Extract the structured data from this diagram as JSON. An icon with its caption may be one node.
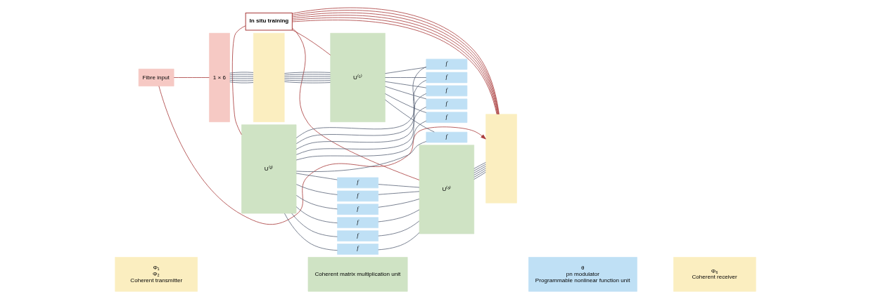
{
  "diagram": {
    "nodes": [
      {
        "text": [
          "In situ training"
        ]
      },
      {
        "text": [
          "Fibre input"
        ]
      },
      {
        "text": [
          "1 × 6"
        ]
      },
      {
        "text": [],
        "shape": "box"
      },
      {
        "text": [
          "U⁽¹⁾"
        ]
      },
      {
        "text": [
          "f"
        ]
      },
      {
        "text": [
          "f"
        ]
      },
      {
        "text": [
          "f"
        ]
      },
      {
        "text": [
          "f"
        ]
      },
      {
        "text": [
          "f"
        ]
      },
      {
        "text": [
          "f"
        ]
      },
      {
        "text": [
          "U⁽²⁾"
        ]
      },
      {
        "text": [
          "f"
        ]
      },
      {
        "text": [
          "f"
        ]
      },
      {
        "text": [
          "f"
        ]
      },
      {
        "text": [
          "f"
        ]
      },
      {
        "text": [
          "f"
        ]
      },
      {
        "text": [
          "f"
        ]
      },
      {
        "text": [
          "U⁽³⁾"
        ]
      },
      {
        "text": [],
        "shape": "box"
      },
      {
        "text": [
          "Φ₁",
          "Φ₂",
          "Coherent transmitter"
        ]
      },
      {
        "text": [
          "Coherent matrix multiplication unit"
        ]
      },
      {
        "text": [
          "θ",
          "pn modulator",
          "Programmable nonlinear function unit"
        ]
      },
      {
        "text": [
          "Φ₆",
          "Coherent receiver"
        ]
      }
    ],
    "edges": [
      {
        "from": 1,
        "to": 2,
        "arrow": "none",
        "color": "#a83a3a"
      },
      {
        "from": 1,
        "to": 19,
        "arrow": "to",
        "color": "#a83a3a"
      },
      {
        "from": 2,
        "to": 3,
        "arrow": "none"
      },
      {
        "from": 2,
        "to": 3,
        "arrow": "none"
      },
      {
        "from": 2,
        "to": 3,
        "arrow": "none"
      },
      {
        "from": 2,
        "to": 3,
        "arrow": "none"
      },
      {
        "from": 2,
        "to": 3,
        "arrow": "none"
      },
      {
        "from": 2,
        "to": 3,
        "arrow": "none"
      },
      {
        "from": 3,
        "to": 4,
        "arrow": "none"
      },
      {
        "from": 3,
        "to": 4,
        "arrow": "none"
      },
      {
        "from": 3,
        "to": 4,
        "arrow": "none"
      },
      {
        "from": 3,
        "to": 4,
        "arrow": "none"
      },
      {
        "from": 3,
        "to": 4,
        "arrow": "none"
      },
      {
        "from": 3,
        "to": 4,
        "arrow": "none"
      },
      {
        "from": 4,
        "to": 5,
        "arrow": "none"
      },
      {
        "from": 4,
        "to": 6,
        "arrow": "none"
      },
      {
        "from": 4,
        "to": 7,
        "arrow": "none"
      },
      {
        "from": 4,
        "to": 8,
        "arrow": "none"
      },
      {
        "from": 4,
        "to": 9,
        "arrow": "none"
      },
      {
        "from": 4,
        "to": 10,
        "arrow": "none"
      },
      {
        "from": 5,
        "to": 11,
        "arrow": "none"
      },
      {
        "from": 6,
        "to": 11,
        "arrow": "none"
      },
      {
        "from": 7,
        "to": 11,
        "arrow": "none"
      },
      {
        "from": 8,
        "to": 11,
        "arrow": "none"
      },
      {
        "from": 9,
        "to": 11,
        "arrow": "none"
      },
      {
        "from": 10,
        "to": 11,
        "arrow": "none"
      },
      {
        "from": 11,
        "to": 12,
        "arrow": "none"
      },
      {
        "from": 11,
        "to": 13,
        "arrow": "none"
      },
      {
        "from": 11,
        "to": 14,
        "arrow": "none"
      },
      {
        "from": 11,
        "to": 15,
        "arrow": "none"
      },
      {
        "from": 11,
        "to": 16,
        "arrow": "none"
      },
      {
        "from": 11,
        "to": 17,
        "arrow": "none"
      },
      {
        "from": 12,
        "to": 18,
        "arrow": "none"
      },
      {
        "from": 13,
        "to": 18,
        "arrow": "none"
      },
      {
        "from": 14,
        "to": 18,
        "arrow": "none"
      },
      {
        "from": 15,
        "to": 18,
        "arrow": "none"
      },
      {
        "from": 16,
        "to": 18,
        "arrow": "none"
      },
      {
        "from": 17,
        "to": 18,
        "arrow": "none"
      },
      {
        "from": 18,
        "to": 19,
        "arrow": "none"
      },
      {
        "from": 18,
        "to": 19,
        "arrow": "none"
      },
      {
        "from": 18,
        "to": 19,
        "arrow": "none"
      },
      {
        "from": 18,
        "to": 19,
        "arrow": "none"
      },
      {
        "from": 18,
        "to": 19,
        "arrow": "none"
      },
      {
        "from": 18,
        "to": 19,
        "arrow": "none"
      },
      {
        "from": 0,
        "to": 4,
        "arrow": "none",
        "color": "#a83a3a"
      },
      {
        "from": 0,
        "to": 11,
        "arrow": "none",
        "color": "#a83a3a"
      },
      {
        "from": 0,
        "to": 18,
        "arrow": "none",
        "color": "#a83a3a"
      },
      {
        "from": 19,
        "to": 0,
        "arrow": "none",
        "color": "#a83a3a"
      },
      {
        "from": 19,
        "to": 0,
        "arrow": "none",
        "color": "#a83a3a"
      },
      {
        "from": 19,
        "to": 0,
        "arrow": "none",
        "color": "#a83a3a"
      },
      {
        "from": 19,
        "to": 0,
        "arrow": "none",
        "color": "#a83a3a"
      },
      {
        "from": 19,
        "to": 0,
        "arrow": "none",
        "color": "#a83a3a"
      },
      {
        "from": 19,
        "to": 0,
        "arrow": "none",
        "color": "#a83a3a"
      }
    ]
  }
}
